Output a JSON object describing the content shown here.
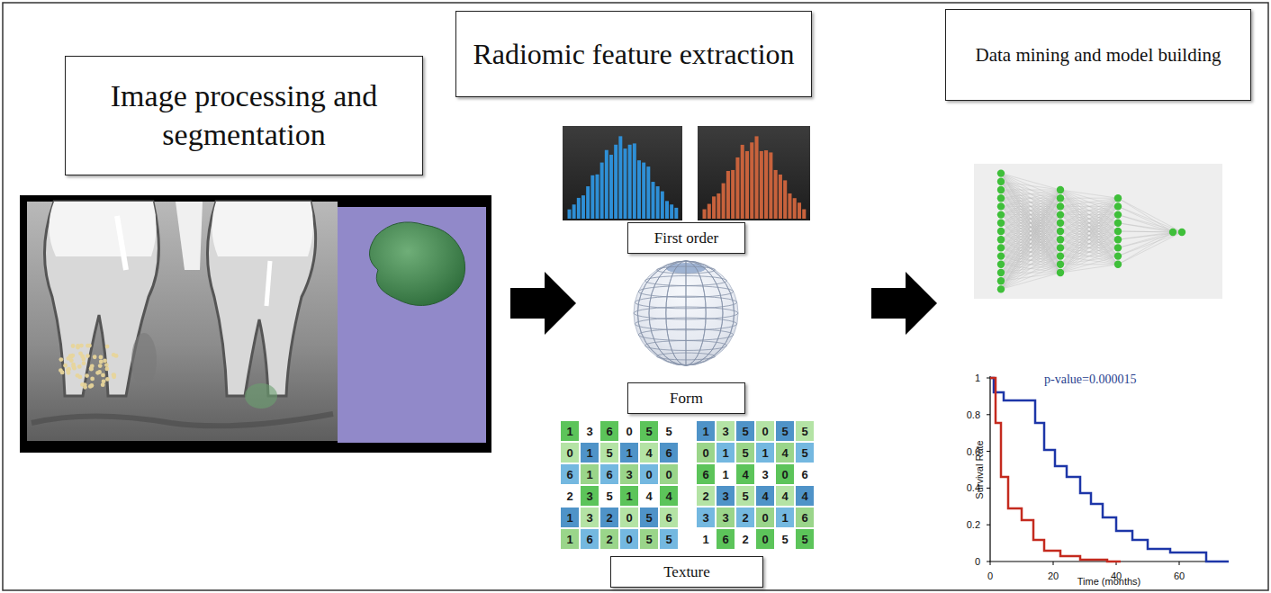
{
  "diagram": {
    "nodes": [
      {
        "text": [
          "Image processing and segmentation"
        ]
      },
      {
        "text": [
          "Radiomic feature extraction"
        ]
      },
      {
        "text": [
          "Data mining and model building"
        ]
      },
      {
        "text": [
          "First order"
        ]
      },
      {
        "text": [
          "Form"
        ]
      },
      {
        "text": [
          "Texture"
        ]
      }
    ],
    "labels": [
      "1",
      "3",
      "6",
      "0",
      "5",
      "5",
      "0",
      "1",
      "5",
      "1",
      "4",
      "6",
      "6",
      "1",
      "6",
      "3",
      "0",
      "0",
      "2",
      "3",
      "5",
      "1",
      "4",
      "4",
      "1",
      "3",
      "2",
      "0",
      "5",
      "6",
      "1",
      "6",
      "2",
      "0",
      "5",
      "5",
      "1",
      "3",
      "5",
      "0",
      "5",
      "5",
      "0",
      "1",
      "5",
      "1",
      "4",
      "5",
      "6",
      "1",
      "4",
      "3",
      "0",
      "6",
      "2",
      "3",
      "5",
      "4",
      "4",
      "4",
      "3",
      "3",
      "2",
      "0",
      "1",
      "6",
      "1",
      "6",
      "2",
      "0",
      "5",
      "5",
      "p-value=0.000015",
      "Survival Rate",
      "Time (months)",
      "1",
      "0.8",
      "0.6",
      "0.4",
      "0.2",
      "0",
      "0",
      "20",
      "40",
      "60"
    ]
  }
}
